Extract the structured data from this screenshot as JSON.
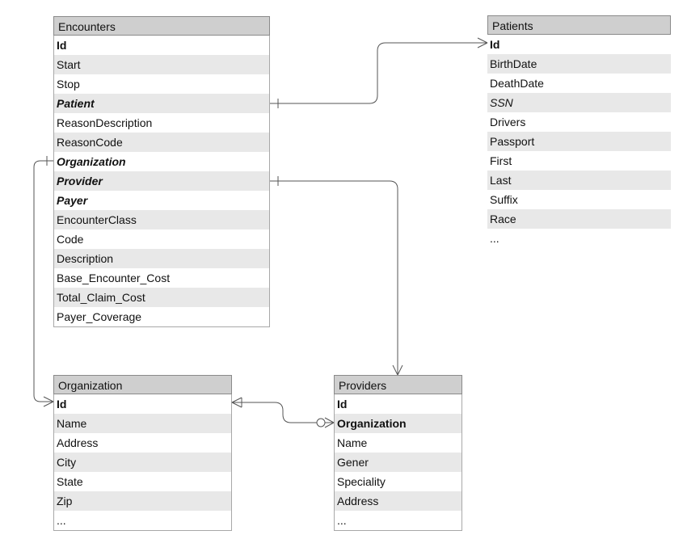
{
  "entities": {
    "encounters": {
      "title": "Encounters",
      "fields": [
        {
          "label": "Id",
          "style": "b"
        },
        {
          "label": "Start",
          "style": ""
        },
        {
          "label": "Stop",
          "style": ""
        },
        {
          "label": "Patient",
          "style": "bi"
        },
        {
          "label": "ReasonDescription",
          "style": ""
        },
        {
          "label": "ReasonCode",
          "style": ""
        },
        {
          "label": "Organization",
          "style": "bi"
        },
        {
          "label": "Provider",
          "style": "bi"
        },
        {
          "label": "Payer",
          "style": "bi"
        },
        {
          "label": "EncounterClass",
          "style": ""
        },
        {
          "label": "Code",
          "style": ""
        },
        {
          "label": "Description",
          "style": ""
        },
        {
          "label": "Base_Encounter_Cost",
          "style": ""
        },
        {
          "label": "Total_Claim_Cost",
          "style": ""
        },
        {
          "label": "Payer_Coverage",
          "style": ""
        }
      ]
    },
    "patients": {
      "title": "Patients",
      "fields": [
        {
          "label": "Id",
          "style": "b"
        },
        {
          "label": "BirthDate",
          "style": ""
        },
        {
          "label": "DeathDate",
          "style": ""
        },
        {
          "label": "SSN",
          "style": "i"
        },
        {
          "label": "Drivers",
          "style": ""
        },
        {
          "label": "Passport",
          "style": ""
        },
        {
          "label": "First",
          "style": ""
        },
        {
          "label": "Last",
          "style": ""
        },
        {
          "label": "Suffix",
          "style": ""
        },
        {
          "label": "Race",
          "style": ""
        },
        {
          "label": "...",
          "style": ""
        }
      ]
    },
    "organization": {
      "title": "Organization",
      "fields": [
        {
          "label": "Id",
          "style": "b"
        },
        {
          "label": "Name",
          "style": ""
        },
        {
          "label": "Address",
          "style": ""
        },
        {
          "label": "City",
          "style": ""
        },
        {
          "label": "State",
          "style": ""
        },
        {
          "label": "Zip",
          "style": ""
        },
        {
          "label": "...",
          "style": ""
        }
      ]
    },
    "providers": {
      "title": "Providers",
      "fields": [
        {
          "label": "Id",
          "style": "b"
        },
        {
          "label": "Organization",
          "style": "b"
        },
        {
          "label": "Name",
          "style": ""
        },
        {
          "label": "Gener",
          "style": ""
        },
        {
          "label": "Speciality",
          "style": ""
        },
        {
          "label": "Address",
          "style": ""
        },
        {
          "label": "...",
          "style": ""
        }
      ]
    }
  },
  "relationships": [
    {
      "from": "Encounters.Patient",
      "to": "Patients.Id",
      "from_end": "one",
      "to_end": "many"
    },
    {
      "from": "Encounters.Organization",
      "to": "Organization.Id",
      "from_end": "one",
      "to_end": "many"
    },
    {
      "from": "Encounters.Provider",
      "to": "Providers",
      "from_end": "one",
      "to_end": "many"
    },
    {
      "from": "Organization.Id",
      "to": "Providers.Organization",
      "from_end": "one-and-only-one",
      "to_end": "zero-or-many"
    }
  ]
}
